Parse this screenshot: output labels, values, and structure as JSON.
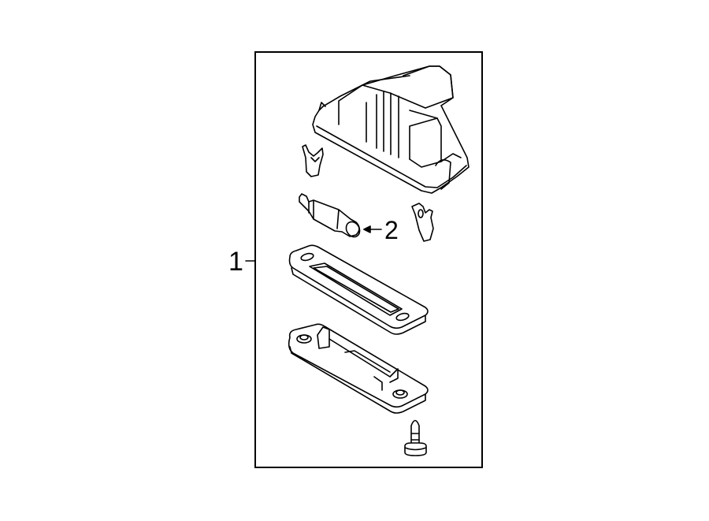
{
  "diagram": {
    "type": "exploded parts diagram",
    "subject": "License plate lamp assembly",
    "callouts": [
      {
        "number": "1",
        "label": "1",
        "refers_to": "lamp assembly (boxed group)"
      },
      {
        "number": "2",
        "label": "2",
        "refers_to": "bulb"
      }
    ],
    "parts": [
      "lamp-housing",
      "left-clip",
      "right-clip",
      "bulb",
      "lens",
      "base-plate",
      "screw"
    ]
  }
}
